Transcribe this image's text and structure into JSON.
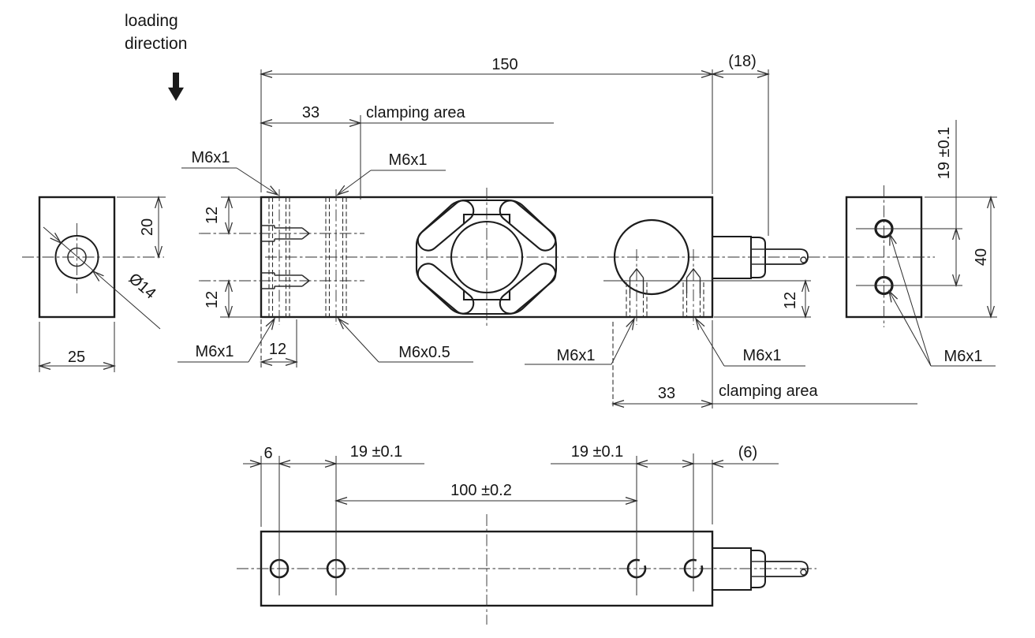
{
  "annotations": {
    "loading_note_line1": "loading",
    "loading_note_line2": "direction"
  },
  "side_view": {
    "dim_overall": "150",
    "dim_cable_gland": "(18)",
    "dim_clamp_top": "33",
    "label_clamp_top": "clamping area",
    "thread_top_left": "M6x1",
    "thread_top_right": "M6x1",
    "dim_edge_top": "12",
    "dim_edge_bottom": "12",
    "thread_bottom_left": "M6x1",
    "dim_counterbore": "12",
    "thread_bottom_mid": "M6x0.5",
    "thread_bottom_right1": "M6x1",
    "thread_bottom_right2": "M6x1",
    "dim_clamp_bottom": "33",
    "label_clamp_bottom": "clamping area",
    "dim_side_hole_right": "12"
  },
  "left_end_view": {
    "dim_height": "20",
    "dim_width": "25",
    "dim_bore": "Ø14"
  },
  "right_end_view": {
    "dim_hole_offset": "19 ±0.1",
    "dim_height": "40",
    "thread_label": "M6x1"
  },
  "bottom_view": {
    "dim_edge_left": "6",
    "dim_pitch_left": "19 ±0.1",
    "dim_span": "100 ±0.2",
    "dim_pitch_right": "19 ±0.1",
    "dim_edge_right": "(6)"
  },
  "colors": {
    "line": "#1c1c1c",
    "background": "#ffffff"
  }
}
